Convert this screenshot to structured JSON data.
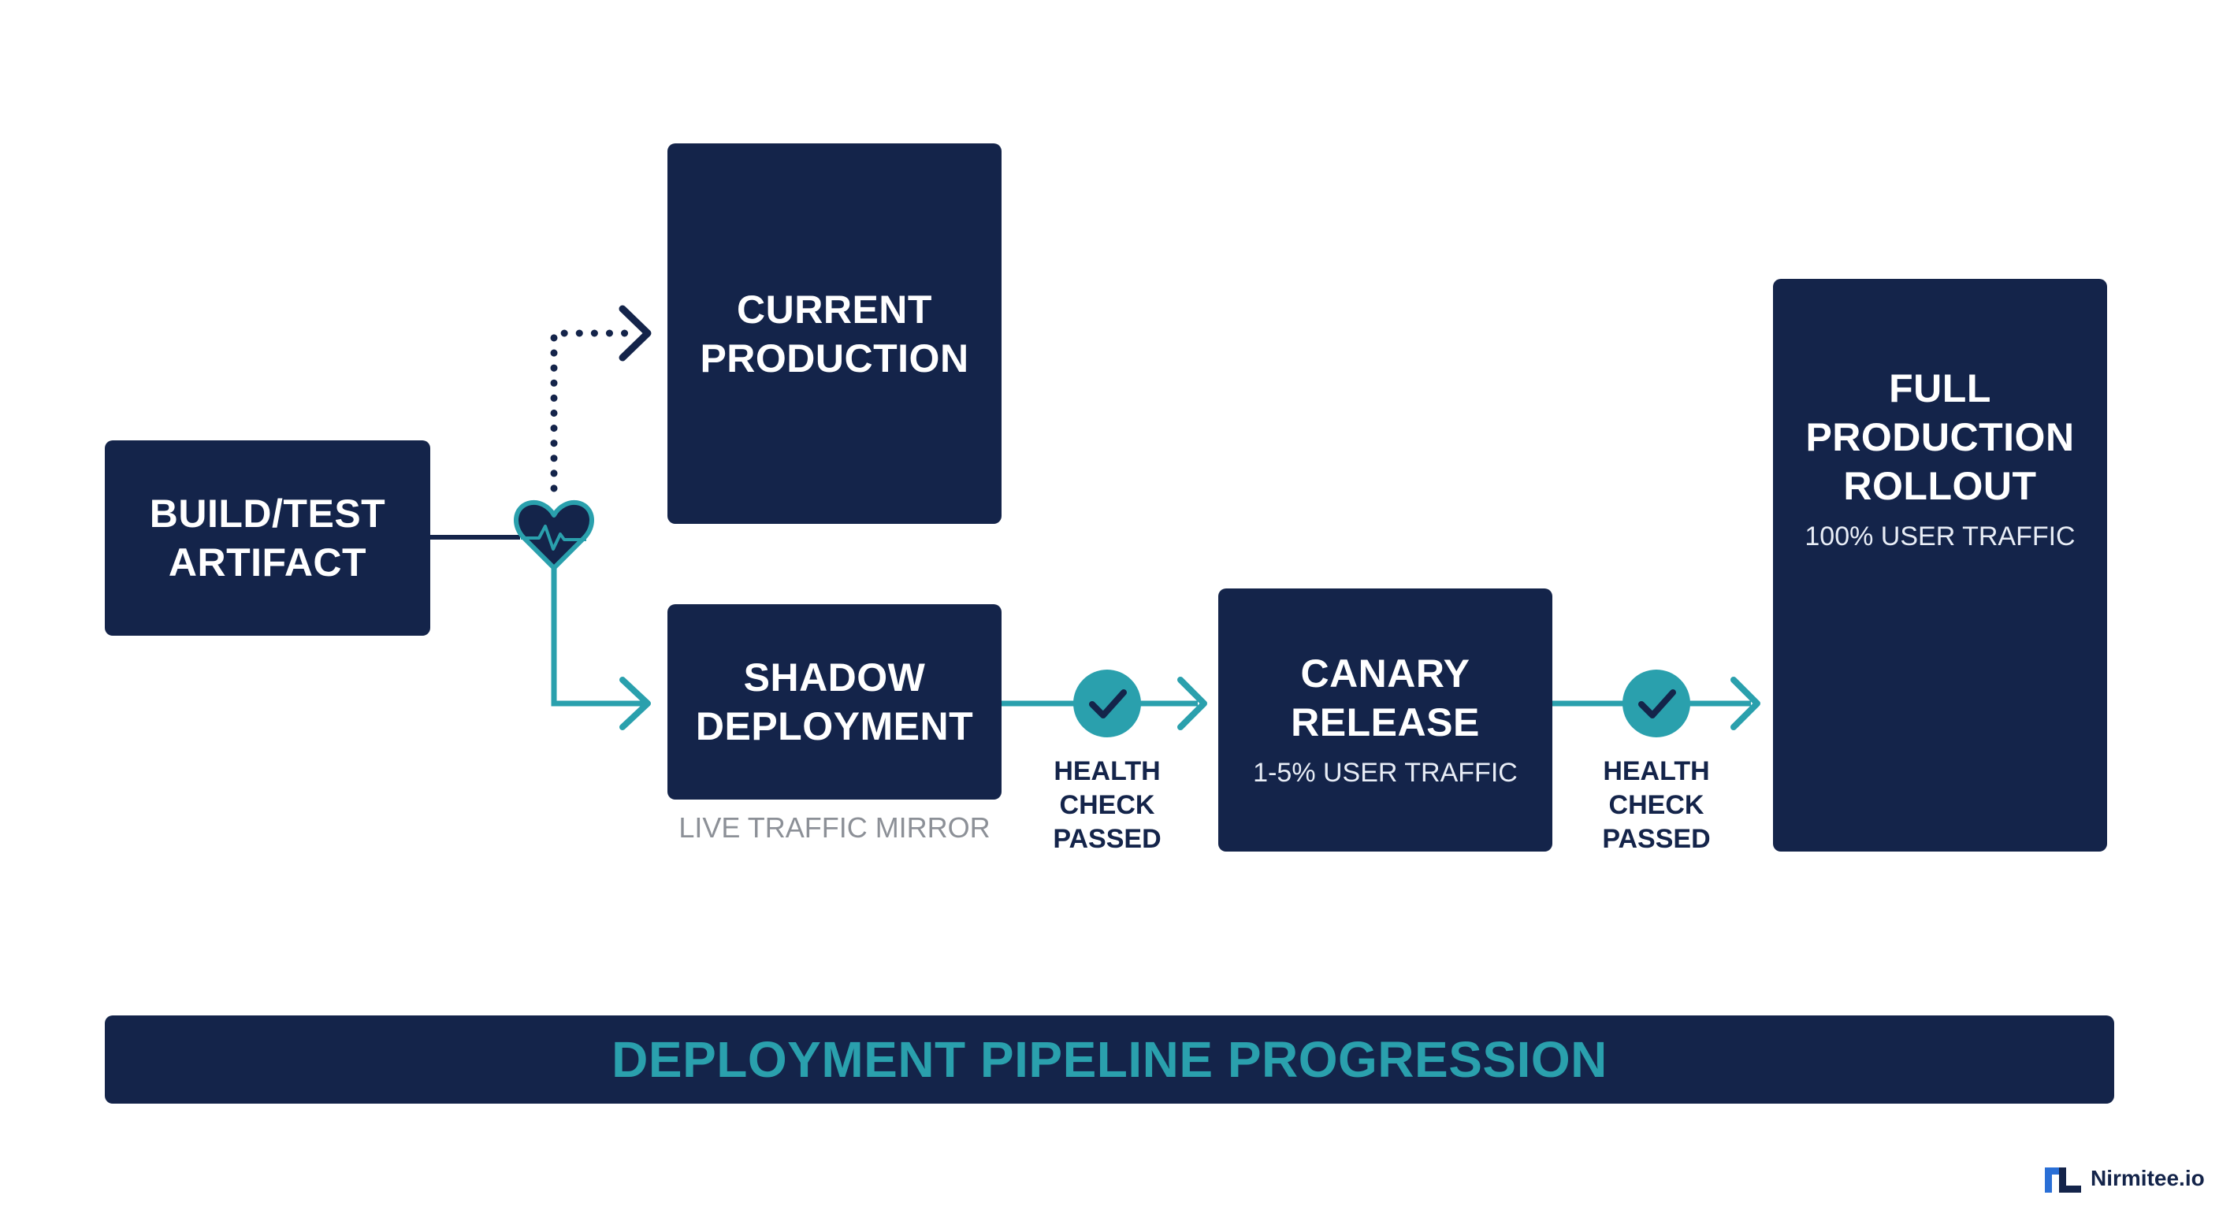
{
  "diagram": {
    "nodes": {
      "build": {
        "title": "BUILD/TEST\nARTIFACT"
      },
      "current": {
        "title": "CURRENT\nPRODUCTION"
      },
      "shadow": {
        "title": "SHADOW\nDEPLOYMENT",
        "caption": "LIVE TRAFFIC MIRROR"
      },
      "canary": {
        "title": "CANARY\nRELEASE",
        "subtitle": "1-5% USER TRAFFIC"
      },
      "full": {
        "title": "FULL\nPRODUCTION\nROLLOUT",
        "subtitle": "100% USER TRAFFIC"
      }
    },
    "checks": [
      {
        "label": "HEALTH\nCHECK\nPASSED"
      },
      {
        "label": "HEALTH\nCHECK\nPASSED"
      }
    ],
    "banner": "DEPLOYMENT PIPELINE PROGRESSION",
    "brand": {
      "text": "Nirmitee.io"
    }
  },
  "colors": {
    "node": "#14244a",
    "accent": "#2aa0ad",
    "caption": "#8c9097",
    "background": "#ffffff"
  },
  "icons": [
    "heart-pulse-icon",
    "check-icon",
    "arrow-right-icon",
    "nirmitee-logo-icon"
  ]
}
